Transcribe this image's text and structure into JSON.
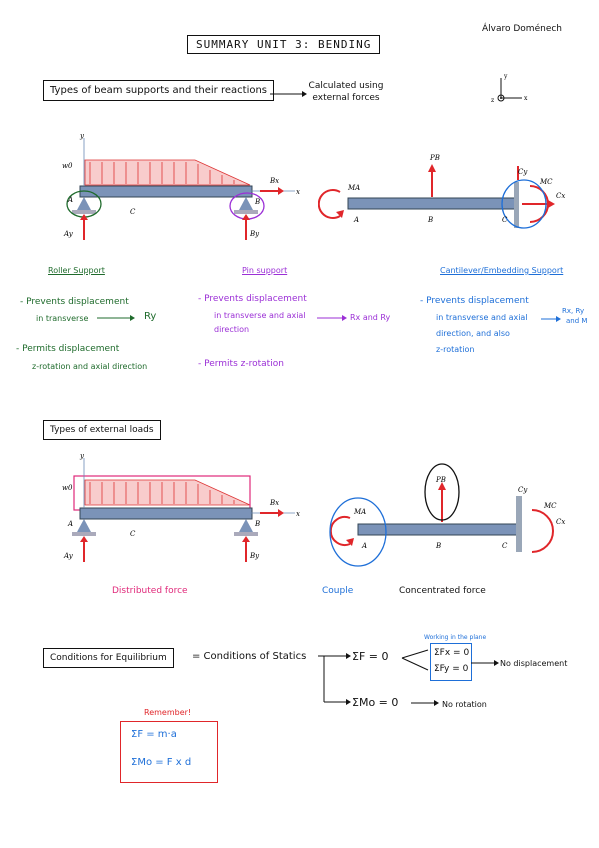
{
  "header": {
    "author": "Álvaro Doménech",
    "title": "SUMMARY UNIT 3: BENDING"
  },
  "section1": {
    "heading": "Types of beam supports and their reactions",
    "note": "Calculated using external forces",
    "diagram1": {
      "w0": "w0",
      "y": "y",
      "x": "x",
      "A": "A",
      "B": "B",
      "C": "C",
      "Ay": "Ay",
      "By": "By",
      "Bx": "Bx"
    },
    "diagram2": {
      "PB": "PB",
      "MA": "MA",
      "A": "A",
      "B": "B",
      "C": "C",
      "Cy": "Cy",
      "Cx": "Cx",
      "MC": "MC"
    },
    "roller": {
      "title": "Roller Support",
      "prevents": "- Prevents displacement",
      "prevents_detail": "in transverse",
      "reaction": "Ry",
      "permits": "- Permits displacement",
      "permits_detail": "z-rotation and axial direction"
    },
    "pin": {
      "title": "Pin support",
      "prevents": "- Prevents displacement",
      "prevents_detail1": "in transverse and axial",
      "prevents_detail2": "direction",
      "reaction": "Rx and Ry",
      "permits": "- Permits z-rotation"
    },
    "cantilever": {
      "title": "Cantilever/Embedding Support",
      "prevents": "- Prevents displacement",
      "detail1": "in transverse and axial",
      "detail2": "direction, and also",
      "detail3": "z-rotation",
      "reaction1": "Rx, Ry",
      "reaction2": "and M"
    }
  },
  "section2": {
    "heading": "Types of external loads",
    "distributed": "Distributed force",
    "couple": "Couple",
    "concentrated": "Concentrated force"
  },
  "section3": {
    "heading": "Conditions for Equilibrium",
    "equals": "= Conditions of Statics",
    "sum_f": "ΣF = 0",
    "note_plane": "Working in the plane",
    "sum_fx": "ΣFx = 0",
    "sum_fy": "ΣFy = 0",
    "no_disp": "No displacement",
    "sum_m": "ΣMo = 0",
    "no_rot": "No rotation",
    "remember": "Remember!",
    "eq1": "ΣF = m·a",
    "eq2": "ΣMo = F x d"
  },
  "colors": {
    "green": "#1f6b2c",
    "purple": "#9b2fd6",
    "blue": "#1e6fd8",
    "pink": "#e0297a",
    "red": "#e0262a"
  }
}
